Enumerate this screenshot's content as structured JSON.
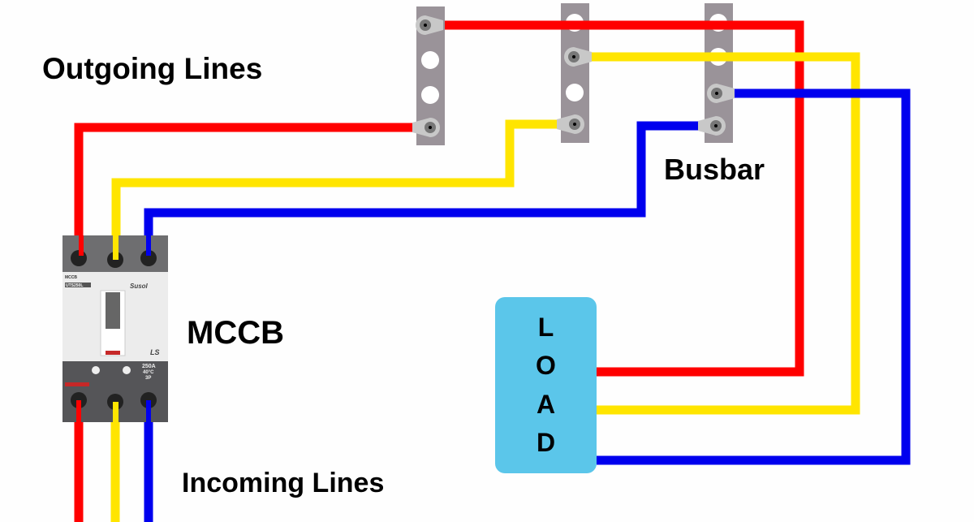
{
  "labels": {
    "outgoing": "Outgoing Lines",
    "incoming": "Incoming Lines",
    "busbar": "Busbar",
    "mccb": "MCCB"
  },
  "load": {
    "letters": [
      "L",
      "O",
      "A",
      "D"
    ]
  },
  "mccb_device": {
    "tag": "MCCB",
    "model": "UTS250L",
    "brand": "Susol",
    "maker": "LS",
    "rating": "250A",
    "temp": "40°C",
    "poles": "3P"
  },
  "colors": {
    "phase_red": "#ff0000",
    "phase_yellow": "#ffe500",
    "phase_blue": "#0000ee",
    "busbar": "#9a9399",
    "load": "#5bc6ea"
  }
}
